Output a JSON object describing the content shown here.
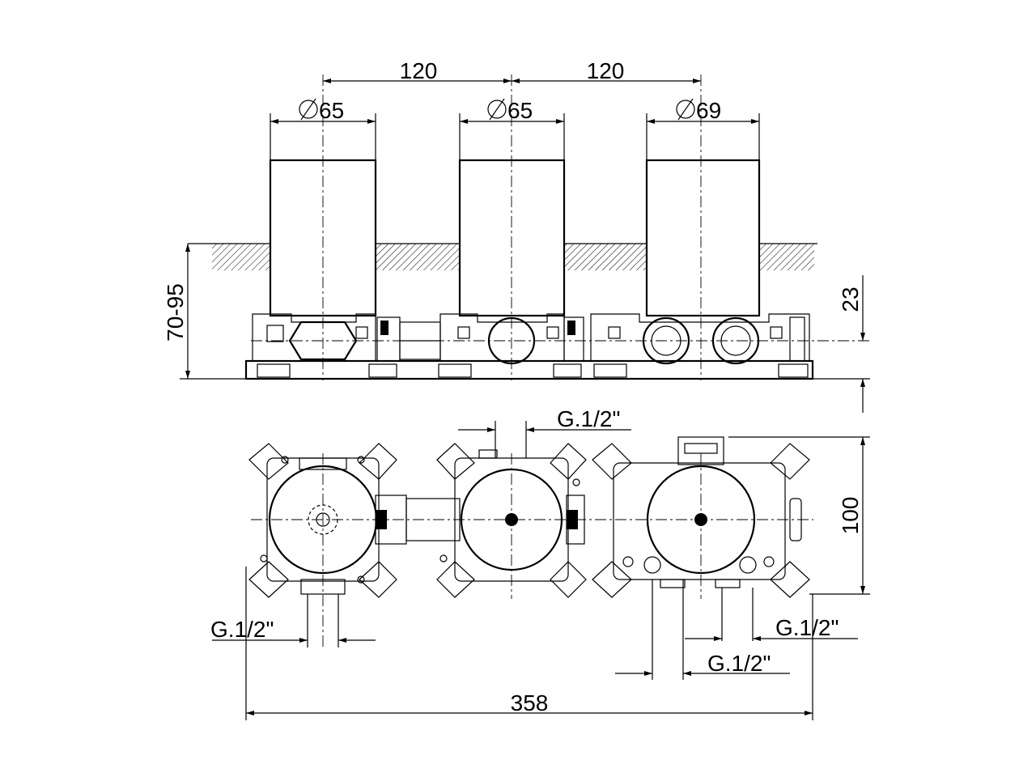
{
  "dimensions": {
    "spacing_left": "120",
    "spacing_right": "120",
    "diameter_left": "65",
    "diameter_middle": "65",
    "diameter_right": "69",
    "depth_range": "70-95",
    "offset": "23",
    "height": "100",
    "total_width": "358",
    "thread_top": "G.1/2\"",
    "thread_bottom_left": "G.1/2\"",
    "thread_bottom_right": "G.1/2\"",
    "thread_bottom_middle": "G.1/2\""
  }
}
